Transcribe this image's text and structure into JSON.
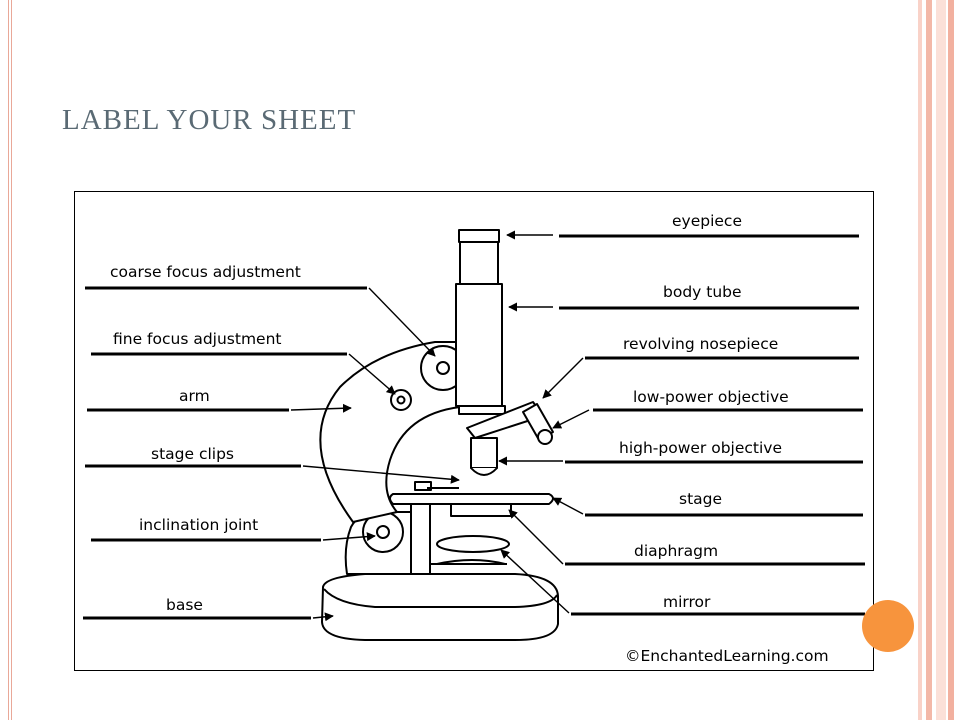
{
  "slide": {
    "title": "LABEL YOUR SHEET"
  },
  "diagram": {
    "title": "Compound microscope parts",
    "labels": {
      "eyepiece": "eyepiece",
      "body_tube": "body tube",
      "revolving_nosepiece": "revolving nosepiece",
      "low_power_objective": "low-power objective",
      "high_power_objective": "high-power objective",
      "stage": "stage",
      "diaphragm": "diaphragm",
      "mirror": "mirror",
      "coarse_focus_adjustment": "coarse focus adjustment",
      "fine_focus_adjustment": "fine focus adjustment",
      "arm": "arm",
      "stage_clips": "stage clips",
      "inclination_joint": "inclination joint",
      "base": "base"
    },
    "copyright": "©EnchantedLearning.com"
  },
  "colors": {
    "title": "#5a6a74",
    "accent": "#f7943d",
    "border_pink": "#e9a898"
  }
}
